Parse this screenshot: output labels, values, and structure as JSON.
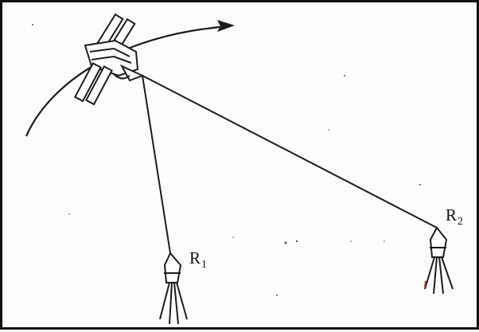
{
  "receivers": [
    {
      "main": "R",
      "sub": "1"
    },
    {
      "main": "R",
      "sub": "2"
    }
  ],
  "colors": {
    "ink": "#1c1c1c",
    "border": "#111111",
    "background": "#fdfdfd",
    "accent_mark": "#b03020"
  },
  "icons": [
    "satellite-icon",
    "orbit-arrow-icon",
    "receiver-antenna-icon"
  ]
}
